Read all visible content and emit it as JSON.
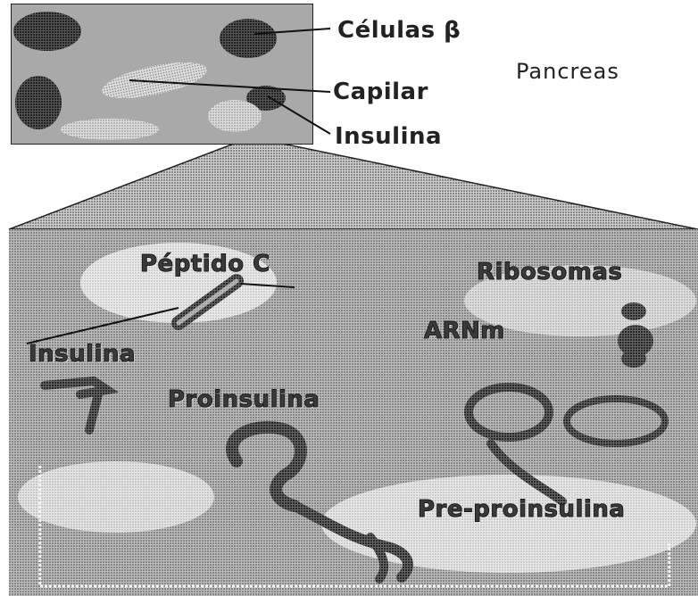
{
  "labels": {
    "beta_cells": "Células β",
    "pancreas": "Pancreas",
    "capillary": "Capilar",
    "insulin_top": "Insulina",
    "c_peptide": "Péptido C",
    "ribosomes": "Ribosomas",
    "mrna": "ARNm",
    "insulin_panel": "Insulina",
    "proinsulin": "Proinsulina",
    "preproinsulin": "Pre-proinsulina"
  },
  "colors": {
    "ink": "#111111",
    "background": "#ffffff"
  }
}
